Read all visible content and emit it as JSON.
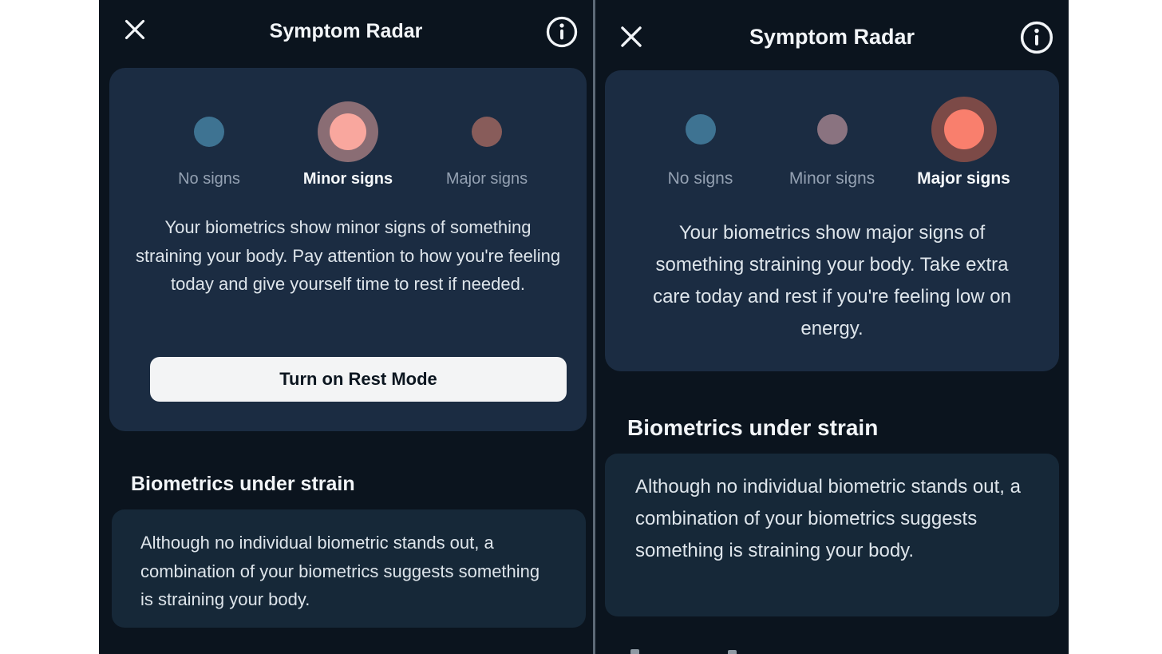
{
  "app_title": "Symptom Radar",
  "colors": {
    "page_margin": "#ffffff",
    "panel_background": "#0b141e",
    "card_background": "#1b2c42",
    "card_secondary_background": "#162838",
    "divider": "#5d6a77",
    "no_signs_blue": "#3e7392",
    "minor_selected_pink": "#f9a79e",
    "minor_selected_ring": "#8a6d74",
    "minor_unselected_mauve": "#8a7380",
    "major_selected_coral": "#f97f6d",
    "major_selected_ring": "#7c4a47",
    "major_unselected_red": "#885c5a",
    "label_gray": "#94a1b2",
    "body_text": "#dee5eb",
    "button_background": "#f3f4f5",
    "button_text": "#0c1620"
  },
  "panels": [
    {
      "title": "Symptom Radar",
      "levels": [
        {
          "label": "No signs",
          "selected": false
        },
        {
          "label": "Minor signs",
          "selected": true
        },
        {
          "label": "Major signs",
          "selected": false
        }
      ],
      "status_message": "Your biometrics show minor signs of something straining your body. Pay attention to how you're feeling today and give yourself time to rest if needed.",
      "action_button_label": "Turn on Rest Mode",
      "section_heading": "Biometrics under strain",
      "section_body": "Although no individual biometric stands out, a combination of your biometrics suggests something is straining your body."
    },
    {
      "title": "Symptom Radar",
      "levels": [
        {
          "label": "No signs",
          "selected": false
        },
        {
          "label": "Minor signs",
          "selected": false
        },
        {
          "label": "Major signs",
          "selected": true
        }
      ],
      "status_message": "Your biometrics show major signs of something straining your body. Take extra care today and rest if you're feeling low on energy.",
      "section_heading": "Biometrics under strain",
      "section_body": "Although no individual biometric stands out, a combination of your biometrics suggests something is straining your body."
    }
  ]
}
